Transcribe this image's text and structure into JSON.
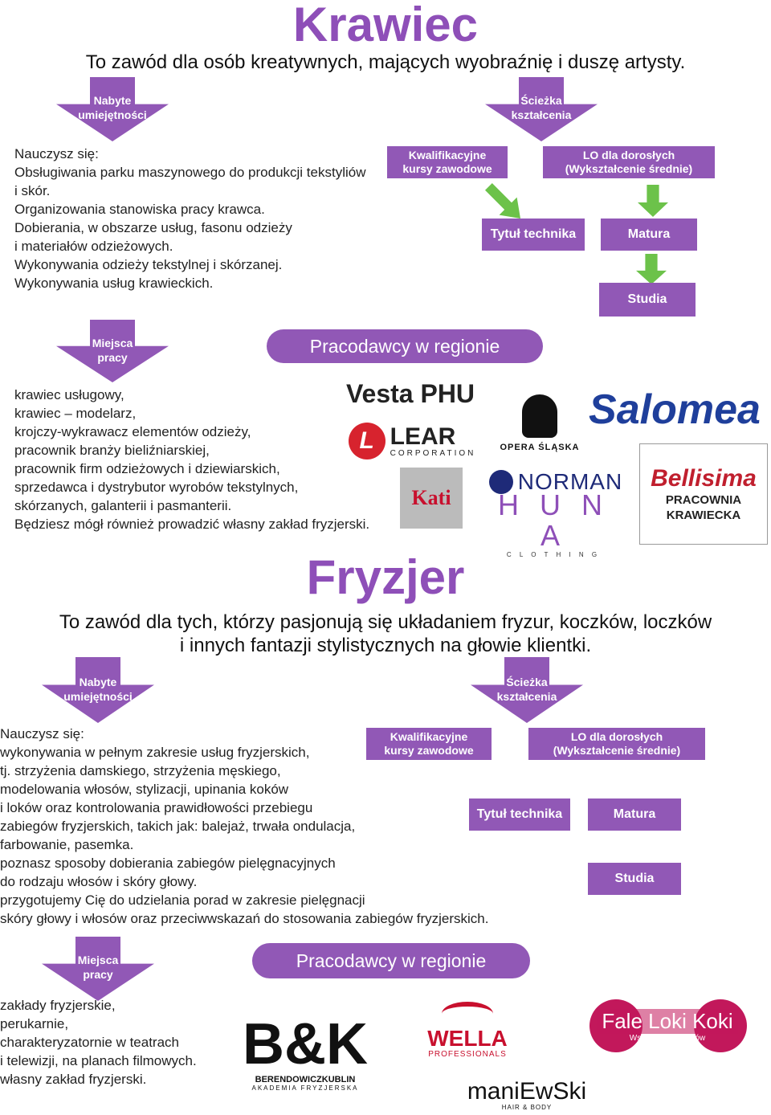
{
  "krawiec": {
    "title": "Krawiec",
    "subtitle": "To zawód dla osób kreatywnych, mających wyobraźnię i duszę artysty.",
    "skills_badge": "Nabyte\numiejętności",
    "path_badge": "Ścieżka\nkształcenia",
    "skills_text": "Nauczysz się:\nObsługiwania parku maszynowego do produkcji tekstyliów\ni skór.\nOrganizowania stanowiska pracy krawca.\nDobierania, w obszarze usług, fasonu odzieży\ni materiałów odzieżowych.\nWykonywania odzieży tekstylnej i skórzanej.\nWykonywania usług krawieckich.",
    "path": {
      "kwalifikacyjne": "Kwalifikacyjne\nkursy zawodowe",
      "lo": "LO dla dorosłych\n(Wykształcenie średnie)",
      "technik": "Tytuł technika",
      "matura": "Matura",
      "studia": "Studia"
    },
    "jobs_badge": "Miejsca\npracy",
    "employers_title": "Pracodawcy w regionie",
    "jobs_text": "krawiec usługowy,\nkrawiec – modelarz,\nkrojczy-wykrawacz elementów odzieży,\npracownik branży bieliźniarskiej,\npracownik firm odzieżowych i dziewiarskich,\nsprzedawca i dystrybutor wyrobów tekstylnych,\nskórzanych, galanterii i pasmanterii.\nBędziesz mógł również prowadzić własny zakład fryzjerski.",
    "logos": {
      "vesta": "Vesta PHU",
      "lear": "LEAR",
      "lear_sub": "CORPORATION",
      "opera": "OPERA ŚLĄSKA",
      "salomea": "Salomea",
      "norman": "NORMAN",
      "huna": "H U N A",
      "huna_sub": "C L O T H I N G",
      "kati": "Kati",
      "bellisima": "Bellisima",
      "bellisima_sub": "PRACOWNIA\nKRAWIECKA"
    }
  },
  "fryzjer": {
    "title": "Fryzjer",
    "subtitle": "To zawód dla tych, którzy pasjonują się układaniem fryzur, koczków, loczków\ni innych fantazji stylistycznych na głowie klientki.",
    "skills_badge": "Nabyte\numiejętności",
    "path_badge": "Ścieżka\nkształcenia",
    "skills_text": "Nauczysz się:\nwykonywania w pełnym zakresie usług fryzjerskich,\ntj. strzyżenia damskiego, strzyżenia męskiego,\nmodelowania włosów, stylizacji, upinania koków\ni loków oraz kontrolowania prawidłowości przebiegu\nzabiegów fryzjerskich, takich jak: balejaż, trwała ondulacja,\nfarbowanie, pasemka.\npoznasz sposoby dobierania zabiegów pielęgnacyjnych\ndo rodzaju włosów i skóry głowy.\nprzygotujemy Cię do udzielania porad w zakresie pielęgnacji\nskóry głowy i włosów oraz przeciwwskazań do stosowania zabiegów fryzjerskich.",
    "path": {
      "kwalifikacyjne": "Kwalifikacyjne\nkursy zawodowe",
      "lo": "LO dla dorosłych\n(Wykształcenie średnie)",
      "technik": "Tytuł technika",
      "matura": "Matura",
      "studia": "Studia"
    },
    "jobs_badge": "Miejsca\npracy",
    "employers_title": "Pracodawcy w regionie",
    "jobs_text": "zakłady fryzjerskie,\nperukarnie,\ncharakteryzatornie w teatrach\ni telewizji, na planach filmowych.\nwłasny zakład fryzjerski.",
    "logos": {
      "bk": "B&K",
      "bk_sub": "BERENDOWICZKUBLIN",
      "bk_sub2": "AKADEMIA FRYZJERSKA",
      "wella": "WELLA",
      "wella_sub": "PROFESSIONALS",
      "fale": "Fale Loki Koki",
      "fale_sub": "Wszystko dla włosów",
      "maniewski": "maniEwSki",
      "maniewski_sub": "HAIR & BODY"
    }
  },
  "colors": {
    "accent": "#9158b6",
    "green": "#6cc24a"
  }
}
